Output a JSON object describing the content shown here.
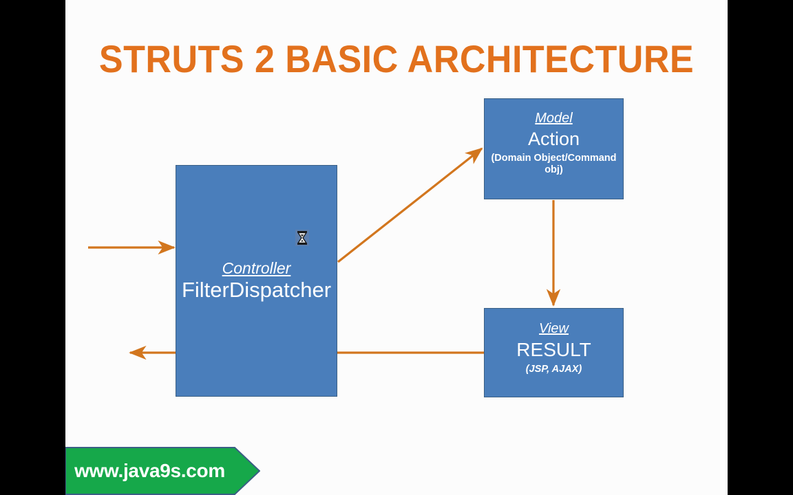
{
  "slide": {
    "title": "STRUTS 2 BASIC ARCHITECTURE",
    "background_color": "#fcfcfc",
    "letterbox_color": "#000000",
    "title_color": "#E2711D"
  },
  "theme": {
    "box_fill": "#4A7EBB",
    "box_border": "#3A5F84",
    "arrow_color": "#D2761E",
    "banner_fill": "#16A84A",
    "banner_border": "#3A5F84",
    "text_color": "#FFFFFF"
  },
  "boxes": {
    "controller": {
      "role": "Controller",
      "name": "FilterDispatcher",
      "sub": ""
    },
    "model": {
      "role": "Model",
      "name": "Action",
      "sub": "(Domain Object/Command obj)"
    },
    "view": {
      "role": "View",
      "name": "RESULT",
      "sub": "(JSP, AJAX)"
    }
  },
  "arrows": [
    {
      "name": "request-in-arrow",
      "from": "left-edge",
      "to": "controller"
    },
    {
      "name": "controller-to-model-arrow",
      "from": "controller",
      "to": "model"
    },
    {
      "name": "model-to-view-arrow",
      "from": "model",
      "to": "view"
    },
    {
      "name": "view-to-response-arrow",
      "from": "view",
      "to": "left-edge"
    }
  ],
  "cursor": {
    "icon": "hourglass-cursor"
  },
  "banner": {
    "text": "www.java9s.com"
  }
}
